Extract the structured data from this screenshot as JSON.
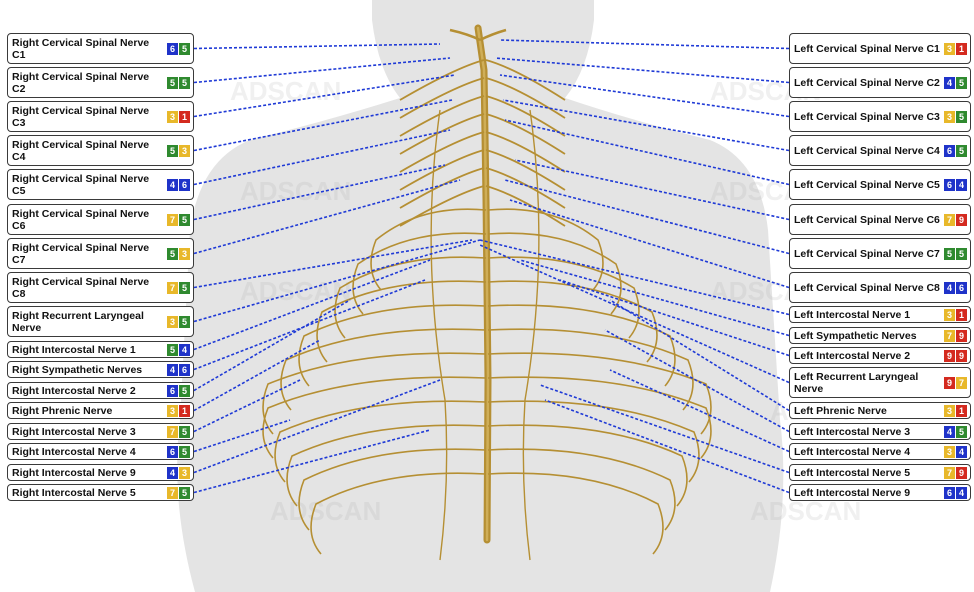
{
  "colors": {
    "line": "#1f3ad6",
    "nerve": "#b58f33",
    "nerve_light": "#cfae58",
    "body": "#e4e4e4",
    "badge": {
      "blue": "#1f33c9",
      "green": "#2f8a2f",
      "yellow": "#e8b82a",
      "red": "#d42a1f"
    }
  },
  "watermark": "ADSCAN",
  "left_labels": [
    {
      "name": "Right Cervical Spinal Nerve C1",
      "badges": [
        {
          "v": "6",
          "c": "blue"
        },
        {
          "v": "5",
          "c": "green"
        }
      ]
    },
    {
      "name": "Right Cervical Spinal Nerve C2",
      "badges": [
        {
          "v": "5",
          "c": "green"
        },
        {
          "v": "5",
          "c": "green"
        }
      ]
    },
    {
      "name": "Right Cervical Spinal Nerve C3",
      "badges": [
        {
          "v": "3",
          "c": "yellow"
        },
        {
          "v": "1",
          "c": "red"
        }
      ]
    },
    {
      "name": "Right Cervical Spinal Nerve C4",
      "badges": [
        {
          "v": "5",
          "c": "green"
        },
        {
          "v": "3",
          "c": "yellow"
        }
      ]
    },
    {
      "name": "Right Cervical Spinal Nerve C5",
      "badges": [
        {
          "v": "4",
          "c": "blue"
        },
        {
          "v": "6",
          "c": "blue"
        }
      ]
    },
    {
      "name": "Right Cervical Spinal Nerve C6",
      "badges": [
        {
          "v": "7",
          "c": "yellow"
        },
        {
          "v": "5",
          "c": "green"
        }
      ]
    },
    {
      "name": "Right Cervical Spinal Nerve C7",
      "badges": [
        {
          "v": "5",
          "c": "green"
        },
        {
          "v": "3",
          "c": "yellow"
        }
      ]
    },
    {
      "name": "Right Cervical Spinal Nerve C8",
      "badges": [
        {
          "v": "7",
          "c": "yellow"
        },
        {
          "v": "5",
          "c": "green"
        }
      ]
    },
    {
      "name": "Right Recurrent Laryngeal Nerve",
      "badges": [
        {
          "v": "3",
          "c": "yellow"
        },
        {
          "v": "5",
          "c": "green"
        }
      ]
    },
    {
      "name": "Right Intercostal Nerve 1",
      "badges": [
        {
          "v": "5",
          "c": "green"
        },
        {
          "v": "4",
          "c": "blue"
        }
      ]
    },
    {
      "name": "Right Sympathetic Nerves",
      "badges": [
        {
          "v": "4",
          "c": "blue"
        },
        {
          "v": "6",
          "c": "blue"
        }
      ]
    },
    {
      "name": "Right Intercostal Nerve 2",
      "badges": [
        {
          "v": "6",
          "c": "blue"
        },
        {
          "v": "5",
          "c": "green"
        }
      ]
    },
    {
      "name": "Right Phrenic Nerve",
      "badges": [
        {
          "v": "3",
          "c": "yellow"
        },
        {
          "v": "1",
          "c": "red"
        }
      ]
    },
    {
      "name": "Right Intercostal Nerve 3",
      "badges": [
        {
          "v": "7",
          "c": "yellow"
        },
        {
          "v": "5",
          "c": "green"
        }
      ]
    },
    {
      "name": "Right Intercostal Nerve 4",
      "badges": [
        {
          "v": "6",
          "c": "blue"
        },
        {
          "v": "5",
          "c": "green"
        }
      ]
    },
    {
      "name": "Right Intercostal Nerve 9",
      "badges": [
        {
          "v": "4",
          "c": "blue"
        },
        {
          "v": "3",
          "c": "yellow"
        }
      ]
    },
    {
      "name": "Right Intercostal Nerve 5",
      "badges": [
        {
          "v": "7",
          "c": "yellow"
        },
        {
          "v": "5",
          "c": "green"
        }
      ]
    }
  ],
  "right_labels": [
    {
      "name": "Left Cervical Spinal Nerve C1",
      "badges": [
        {
          "v": "3",
          "c": "yellow"
        },
        {
          "v": "1",
          "c": "red"
        }
      ]
    },
    {
      "name": "Left Cervical Spinal Nerve C2",
      "badges": [
        {
          "v": "4",
          "c": "blue"
        },
        {
          "v": "5",
          "c": "green"
        }
      ]
    },
    {
      "name": "Left Cervical Spinal Nerve C3",
      "badges": [
        {
          "v": "3",
          "c": "yellow"
        },
        {
          "v": "5",
          "c": "green"
        }
      ]
    },
    {
      "name": "Left Cervical Spinal Nerve C4",
      "badges": [
        {
          "v": "6",
          "c": "blue"
        },
        {
          "v": "5",
          "c": "green"
        }
      ]
    },
    {
      "name": "Left Cervical Spinal Nerve C5",
      "badges": [
        {
          "v": "6",
          "c": "blue"
        },
        {
          "v": "4",
          "c": "blue"
        }
      ]
    },
    {
      "name": "Left Cervical Spinal Nerve C6",
      "badges": [
        {
          "v": "7",
          "c": "yellow"
        },
        {
          "v": "9",
          "c": "red"
        }
      ]
    },
    {
      "name": "Left Cervical Spinal Nerve C7",
      "badges": [
        {
          "v": "5",
          "c": "green"
        },
        {
          "v": "5",
          "c": "green"
        }
      ]
    },
    {
      "name": "Left Cervical Spinal Nerve C8",
      "badges": [
        {
          "v": "4",
          "c": "blue"
        },
        {
          "v": "6",
          "c": "blue"
        }
      ]
    },
    {
      "name": "Left Intercostal Nerve 1",
      "badges": [
        {
          "v": "3",
          "c": "yellow"
        },
        {
          "v": "1",
          "c": "red"
        }
      ]
    },
    {
      "name": "Left Sympathetic Nerves",
      "badges": [
        {
          "v": "7",
          "c": "yellow"
        },
        {
          "v": "9",
          "c": "red"
        }
      ]
    },
    {
      "name": "Left Intercostal Nerve 2",
      "badges": [
        {
          "v": "9",
          "c": "red"
        },
        {
          "v": "9",
          "c": "red"
        }
      ]
    },
    {
      "name": "Left Recurrent Laryngeal Nerve",
      "badges": [
        {
          "v": "9",
          "c": "red"
        },
        {
          "v": "7",
          "c": "yellow"
        }
      ]
    },
    {
      "name": "Left Phrenic Nerve",
      "badges": [
        {
          "v": "3",
          "c": "yellow"
        },
        {
          "v": "1",
          "c": "red"
        }
      ]
    },
    {
      "name": "Left Intercostal Nerve 3",
      "badges": [
        {
          "v": "4",
          "c": "blue"
        },
        {
          "v": "5",
          "c": "green"
        }
      ]
    },
    {
      "name": "Left Intercostal Nerve 4",
      "badges": [
        {
          "v": "3",
          "c": "yellow"
        },
        {
          "v": "4",
          "c": "blue"
        }
      ]
    },
    {
      "name": "Left Intercostal Nerve 5",
      "badges": [
        {
          "v": "7",
          "c": "yellow"
        },
        {
          "v": "9",
          "c": "red"
        }
      ]
    },
    {
      "name": "Left Intercostal Nerve 9",
      "badges": [
        {
          "v": "6",
          "c": "blue"
        },
        {
          "v": "4",
          "c": "blue"
        }
      ]
    }
  ]
}
